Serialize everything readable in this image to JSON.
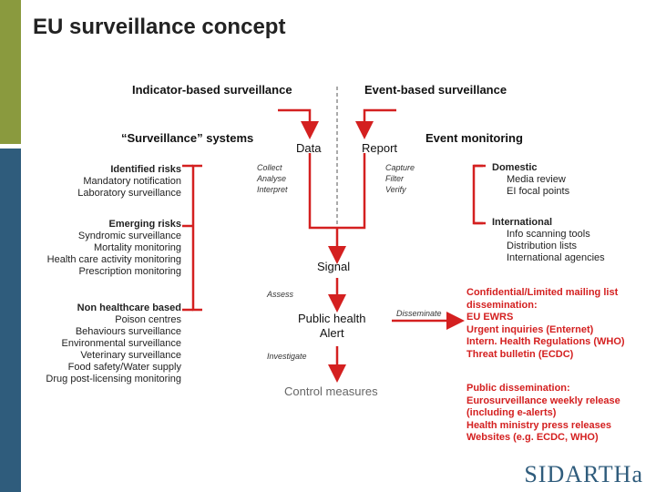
{
  "slide": {
    "title": "EU surveillance concept",
    "accent_green": "#8a9a3e",
    "accent_blue": "#2f5c7c",
    "arrow_red": "#d42020"
  },
  "diagram": {
    "indicator_based": "Indicator-based surveillance",
    "event_based": "Event-based surveillance",
    "surveillance_systems": "“Surveillance” systems",
    "data": "Data",
    "report": "Report",
    "event_monitoring": "Event monitoring",
    "collect_analyse": [
      "Collect",
      "Analyse",
      "Interpret"
    ],
    "capture_filter": [
      "Capture",
      "Filter",
      "Verify"
    ],
    "identified_risks": {
      "title": "Identified risks",
      "items": [
        "Mandatory notification",
        "Laboratory surveillance"
      ]
    },
    "emerging_risks": {
      "title": "Emerging risks",
      "items": [
        "Syndromic surveillance",
        "Mortality monitoring",
        "Health care activity monitoring",
        "Prescription monitoring"
      ]
    },
    "non_healthcare": {
      "title": "Non healthcare based",
      "items": [
        "Poison centres",
        "Behaviours surveillance",
        "Environmental surveillance",
        "Veterinary surveillance",
        "Food safety/Water supply",
        "Drug post-licensing monitoring"
      ]
    },
    "domestic": {
      "title": "Domestic",
      "items": [
        "Media review",
        "EI focal points"
      ]
    },
    "international": {
      "title": "International",
      "items": [
        "Info scanning tools",
        "Distribution lists",
        "International agencies"
      ]
    },
    "signal": "Signal",
    "assess": "Assess",
    "public_health_alert": [
      "Public health",
      "Alert"
    ],
    "disseminate": "Disseminate",
    "investigate": "Investigate",
    "control_measures": "Control measures",
    "confidential": [
      "Confidential/Limited mailing list",
      "dissemination:",
      "EU EWRS",
      "Urgent inquiries (Enternet)",
      "Intern. Health Regulations  (WHO)",
      "Threat bulletin (ECDC)"
    ],
    "public": [
      "Public dissemination:",
      "Eurosurveillance weekly release",
      "(including e-alerts)",
      "Health ministry press releases",
      "Websites (e.g. ECDC, WHO)"
    ]
  },
  "logo": "SIDARTHa"
}
